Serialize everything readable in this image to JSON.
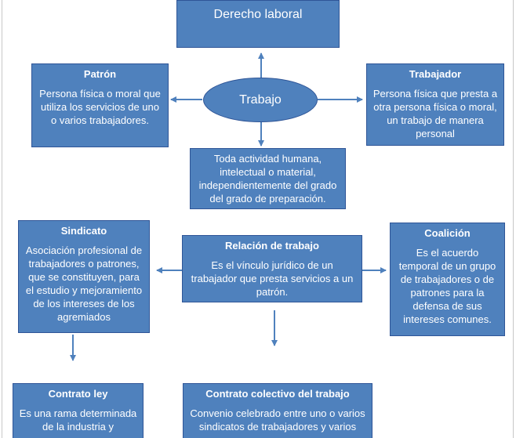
{
  "diagram": {
    "header": {
      "text": "Derecho laboral"
    },
    "center": {
      "text": "Trabajo"
    },
    "patron": {
      "title": "Patrón",
      "body": "Persona física o moral que utiliza los servicios de uno o varios trabajadores."
    },
    "trabajador": {
      "title": "Trabajador",
      "body": "Persona física que presta a otra persona física o moral, un  trabajo de manera personal"
    },
    "definicion": {
      "body": "Toda actividad humana, intelectual o material, independientemente del grado del grado de preparación."
    },
    "relacion": {
      "title": "Relación de trabajo",
      "body": "Es el vínculo jurídico de un trabajador que presta servicios a un patrón."
    },
    "sindicato": {
      "title": "Sindicato",
      "body": "Asociación profesional de trabajadores o patrones, que se constituyen, para el estudio y mejoramiento de los intereses de los agremiados"
    },
    "coalicion": {
      "title": "Coalición",
      "body": "Es el acuerdo temporal de un grupo de trabajadores o de patrones para la defensa de sus intereses comunes."
    },
    "contrato_ley": {
      "title": "Contrato ley",
      "body": "Es una rama determinada de la industria y"
    },
    "contrato_colectivo": {
      "title": "Contrato colectivo del trabajo",
      "body": "Convenio celebrado entre uno o varios sindicatos de trabajadores y varios"
    },
    "colors": {
      "box_fill": "#4f81bd",
      "box_border": "#2f5597",
      "arrow": "#4f81bd",
      "text": "#ffffff"
    }
  }
}
